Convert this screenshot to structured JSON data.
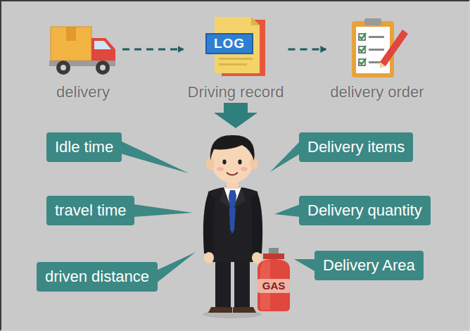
{
  "diagram": {
    "nodes": [
      {
        "text": [
          "delivery"
        ]
      },
      {
        "text": [
          "LOG",
          "Driving record"
        ]
      },
      {
        "text": [
          "delivery order"
        ]
      },
      {
        "text": [
          "Idle time"
        ]
      },
      {
        "text": [
          "Delivery items"
        ]
      },
      {
        "text": [
          "travel time"
        ]
      },
      {
        "text": [
          "Delivery quantity"
        ]
      },
      {
        "text": [
          "driven distance"
        ]
      },
      {
        "text": [
          "Delivery Area"
        ]
      },
      {
        "text": [
          "GAS"
        ]
      }
    ],
    "edges": [
      {
        "from": 0,
        "to": 1,
        "arrow": "to"
      },
      {
        "from": 1,
        "to": 2,
        "arrow": "to"
      }
    ]
  }
}
